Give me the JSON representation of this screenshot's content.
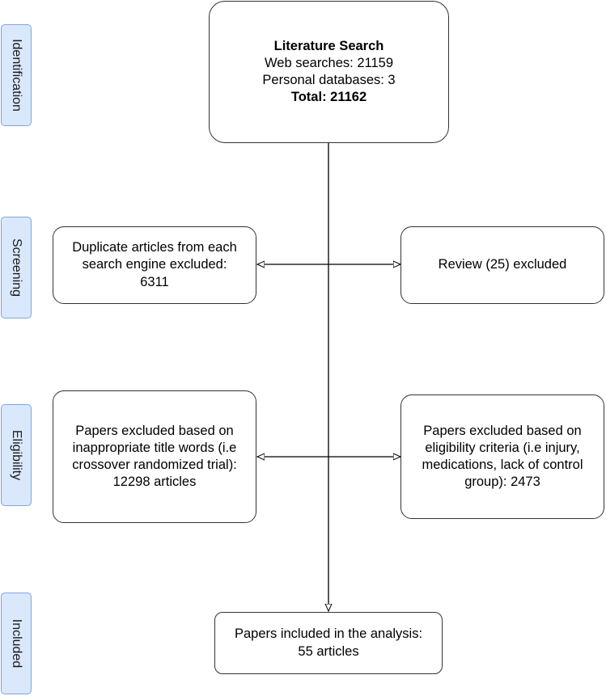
{
  "stages": {
    "identification": "Identification",
    "screening": "Screening",
    "eligibility": "Eligibility",
    "included": "Included"
  },
  "literature_search": {
    "title": "Literature Search",
    "web_searches": "Web searches: 21159",
    "personal_databases": "Personal databases: 3",
    "total": "Total: 21162"
  },
  "duplicates_excluded": {
    "line1": "Duplicate articles from each",
    "line2": "search engine excluded:",
    "line3": "6311"
  },
  "review_excluded": {
    "line1": "Review (25) excluded"
  },
  "title_excluded": {
    "line1": "Papers excluded based on",
    "line2": "inappropriate title words (i.e",
    "line3": "crossover randomized trial):",
    "line4": "12298 articles"
  },
  "criteria_excluded": {
    "line1": "Papers excluded based on",
    "line2": "eligibility criteria (i.e injury,",
    "line3": "medications, lack of control",
    "line4": "group): 2473"
  },
  "included_papers": {
    "line1": "Papers included in the analysis:",
    "line2": "55 articles"
  }
}
